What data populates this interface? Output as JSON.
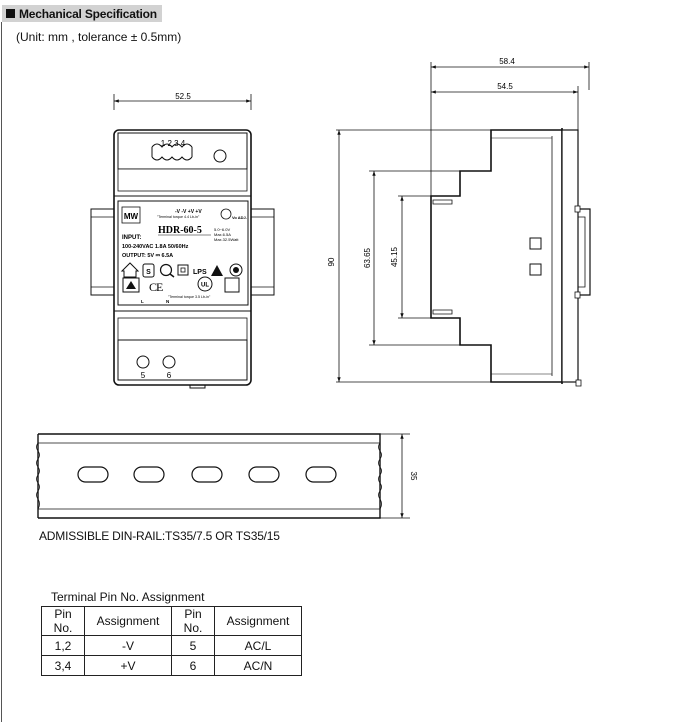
{
  "header": {
    "title": "Mechanical Specification",
    "unit_note": "(Unit: mm , tolerance ± 0.5mm)"
  },
  "front_view": {
    "width_dim": "52.5",
    "top_terminal_numbers": "1 2 3 4",
    "bottom_terminal_5": "5",
    "bottom_terminal_6": "6",
    "label": {
      "terminal_marks": "-V -V +V +V",
      "torque_top": "\"Terminal torque 4.4 Lb-in\"",
      "vo_adj": "Vo ADJ.",
      "brand": "MW",
      "model": "HDR-60-5",
      "input_title": "INPUT:",
      "input_spec": "100-240VAC 1.8A 50/60Hz",
      "output_spec": "OUTPUT: 5V ⎓ 6.5A",
      "range_1": "5.0~6.0V",
      "range_2": "Max.6.5A",
      "range_3": "Max.32.5Watt",
      "lps": "LPS",
      "torque_bottom": "\"Terminal torque 3.5 Lb-in\"",
      "pin_l": "L",
      "pin_n": "N"
    }
  },
  "side_view": {
    "dim_58_4": "58.4",
    "dim_54_5": "54.5",
    "dim_90": "90",
    "dim_63_65": "63.65",
    "dim_45_15": "45.15"
  },
  "din_rail": {
    "height_dim": "35",
    "admissible": "ADMISSIBLE DIN-RAIL:TS35/7.5 OR TS35/15"
  },
  "pin_table": {
    "caption": "Terminal Pin No.  Assignment",
    "headers": [
      "Pin No.",
      "Assignment",
      "Pin No.",
      "Assignment"
    ],
    "rows": [
      [
        "1,2",
        "-V",
        "5",
        "AC/L"
      ],
      [
        "3,4",
        "+V",
        "6",
        "AC/N"
      ]
    ]
  }
}
